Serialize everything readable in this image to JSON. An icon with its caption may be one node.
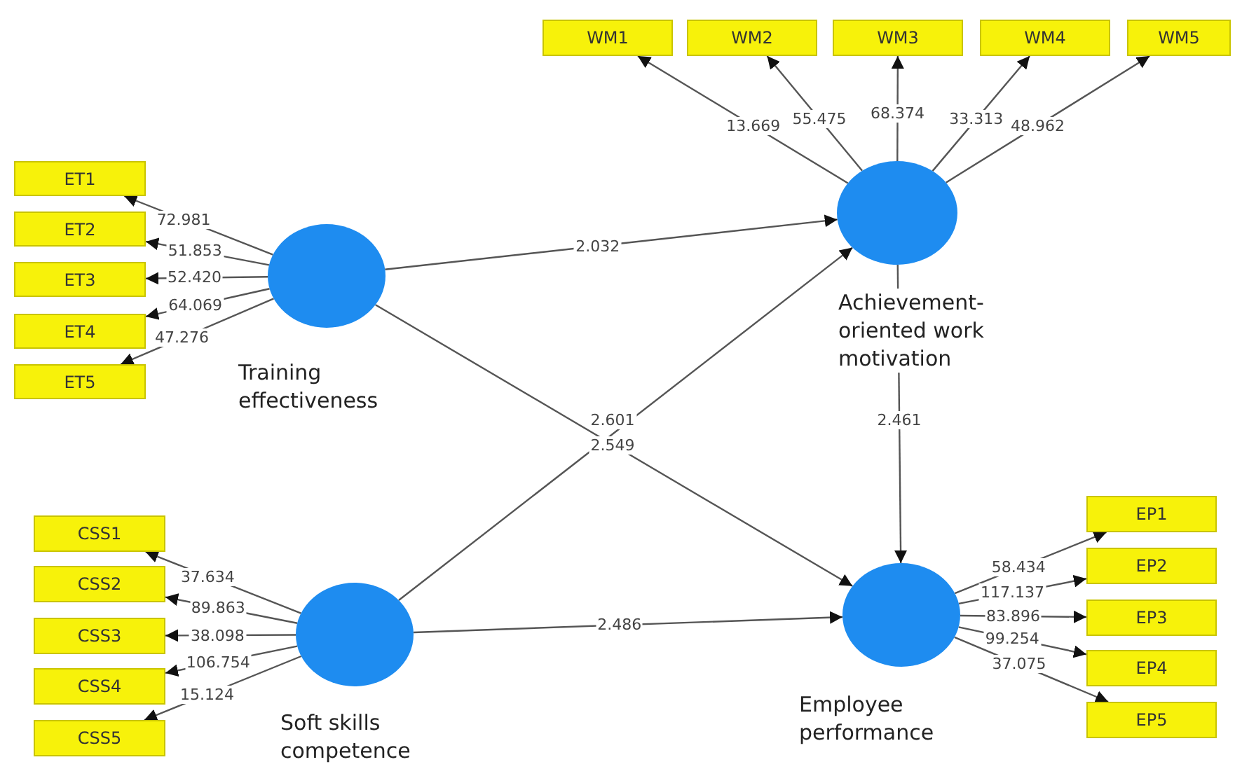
{
  "diagram": {
    "nodes": [
      {
        "text": [
          "WM1"
        ]
      },
      {
        "text": [
          "WM2"
        ]
      },
      {
        "text": [
          "WM3"
        ]
      },
      {
        "text": [
          "WM4"
        ]
      },
      {
        "text": [
          "WM5"
        ]
      },
      {
        "text": [
          "ET1"
        ]
      },
      {
        "text": [
          "ET2"
        ]
      },
      {
        "text": [
          "ET3"
        ]
      },
      {
        "text": [
          "ET4"
        ]
      },
      {
        "text": [
          "ET5"
        ]
      },
      {
        "text": [],
        "shape": "circle",
        "beside": [
          "Training effectiveness"
        ]
      },
      {
        "text": [],
        "shape": "circle",
        "beside": [
          "Achievement-oriented work motivation"
        ]
      },
      {
        "text": [
          "CSS1"
        ]
      },
      {
        "text": [
          "CSS2"
        ]
      },
      {
        "text": [
          "CSS3"
        ]
      },
      {
        "text": [
          "CSS4"
        ]
      },
      {
        "text": [
          "CSS5"
        ]
      },
      {
        "text": [],
        "shape": "circle",
        "beside": [
          "Soft skills competence"
        ]
      },
      {
        "text": [],
        "shape": "circle",
        "beside": [
          "Employee performance"
        ]
      },
      {
        "text": [
          "EP1"
        ]
      },
      {
        "text": [
          "EP2"
        ]
      },
      {
        "text": [
          "EP3"
        ]
      },
      {
        "text": [
          "EP4"
        ]
      },
      {
        "text": [
          "EP5"
        ]
      }
    ],
    "edges": [
      {
        "from": 11,
        "to": 0,
        "arrow": "to",
        "label": "13.669"
      },
      {
        "from": 11,
        "to": 1,
        "arrow": "to",
        "label": "55.475"
      },
      {
        "from": 11,
        "to": 2,
        "arrow": "to",
        "label": "68.374"
      },
      {
        "from": 11,
        "to": 3,
        "arrow": "to",
        "label": "33.313"
      },
      {
        "from": 11,
        "to": 4,
        "arrow": "to",
        "label": "48.962"
      },
      {
        "from": 10,
        "to": 5,
        "arrow": "to",
        "label": "72.981"
      },
      {
        "from": 10,
        "to": 6,
        "arrow": "to",
        "label": "51.853"
      },
      {
        "from": 10,
        "to": 7,
        "arrow": "to",
        "label": "52.420"
      },
      {
        "from": 10,
        "to": 8,
        "arrow": "to",
        "label": "64.069"
      },
      {
        "from": 10,
        "to": 9,
        "arrow": "to",
        "label": "47.276"
      },
      {
        "from": 10,
        "to": 11,
        "arrow": "to",
        "label": "2.032"
      },
      {
        "from": 17,
        "to": 11,
        "arrow": "to",
        "label": "2.601"
      },
      {
        "from": 10,
        "to": 18,
        "arrow": "to",
        "label": "2.549"
      },
      {
        "from": 11,
        "to": 18,
        "arrow": "to",
        "label": "2.461"
      },
      {
        "from": 17,
        "to": 18,
        "arrow": "to",
        "label": "2.486"
      },
      {
        "from": 17,
        "to": 12,
        "arrow": "to",
        "label": "37.634"
      },
      {
        "from": 17,
        "to": 13,
        "arrow": "to",
        "label": "89.863"
      },
      {
        "from": 17,
        "to": 14,
        "arrow": "to",
        "label": "38.098"
      },
      {
        "from": 17,
        "to": 15,
        "arrow": "to",
        "label": "106.754"
      },
      {
        "from": 17,
        "to": 16,
        "arrow": "to",
        "label": "15.124"
      },
      {
        "from": 18,
        "to": 19,
        "arrow": "to",
        "label": "58.434"
      },
      {
        "from": 18,
        "to": 20,
        "arrow": "to",
        "label": "117.137"
      },
      {
        "from": 18,
        "to": 21,
        "arrow": "to",
        "label": "83.896"
      },
      {
        "from": 18,
        "to": 22,
        "arrow": "to",
        "label": "99.254"
      },
      {
        "from": 18,
        "to": 23,
        "arrow": "to",
        "label": "37.075"
      }
    ]
  }
}
